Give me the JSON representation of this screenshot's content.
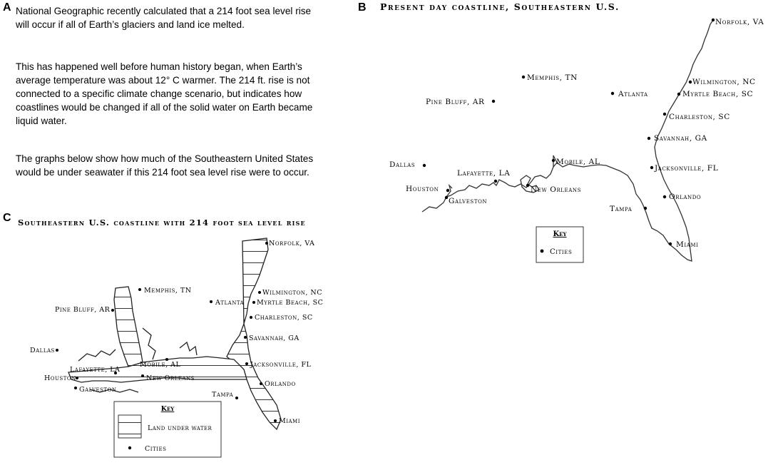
{
  "panels": {
    "a_letter": "A",
    "b_letter": "B",
    "c_letter": "C"
  },
  "text_panel": {
    "paragraph1": "National Geographic recently calculated that a 214 foot sea level rise will occur if all of Earth’s glaciers and land ice melted.",
    "paragraph2": "This has happened well before human history began, when Earth’s average temperature was about 12° C warmer. The 214 ft. rise is not connected to a specific climate change scenario, but indicates how coastlines would be changed if all of the solid water on Earth became liquid water.",
    "paragraph3": "The graphs below show how much of the Southeastern United States would be under seawater if this 214 foot sea level rise were to occur."
  },
  "map_present": {
    "title": "Present day coastline, Southeastern U.S.",
    "key_title": "Key",
    "key_cities": "Cities",
    "cities": {
      "norfolk": "Norfolk, VA",
      "memphis": "Memphis, TN",
      "wilmington": "Wilmington, NC",
      "pine_bluff": "Pine Bluff, AR",
      "atlanta": "Atlanta",
      "myrtle_beach": "Myrtle Beach, SC",
      "charleston": "Charleston, SC",
      "savannah": "Savannah, GA",
      "dallas": "Dallas",
      "mobile": "Mobile, AL",
      "jacksonville": "Jacksonville, FL",
      "lafayette": "Lafayette, LA",
      "houston": "Houston",
      "new_orleans": "New Orleans",
      "orlando": "Orlando",
      "galveston": "Galveston",
      "tampa": "Tampa",
      "miami": "Miami"
    }
  },
  "map_future": {
    "title": "Southeastern U.S. coastline with 214 foot sea level rise",
    "key_title": "Key",
    "key_land": "Land under water",
    "key_cities": "Cities",
    "cities": {
      "norfolk": "Norfolk, VA",
      "memphis": "Memphis, TN",
      "wilmington": "Wilmington, NC",
      "pine_bluff": "Pine Bluff, AR",
      "atlanta": "Atlanta",
      "myrtle_beach": "Myrtle Beach, SC",
      "charleston": "Charleston, SC",
      "savannah": "Savannah, GA",
      "dallas": "Dallas",
      "mobile": "Mobile, AL",
      "jacksonville": "Jacksonville, FL",
      "lafayette": "Lafayette, LA",
      "houston": "Houston",
      "new_orleans": "New Orleans",
      "orlando": "Orlando",
      "galveston": "Galveston",
      "tampa": "Tampa",
      "miami": "Miami"
    }
  }
}
